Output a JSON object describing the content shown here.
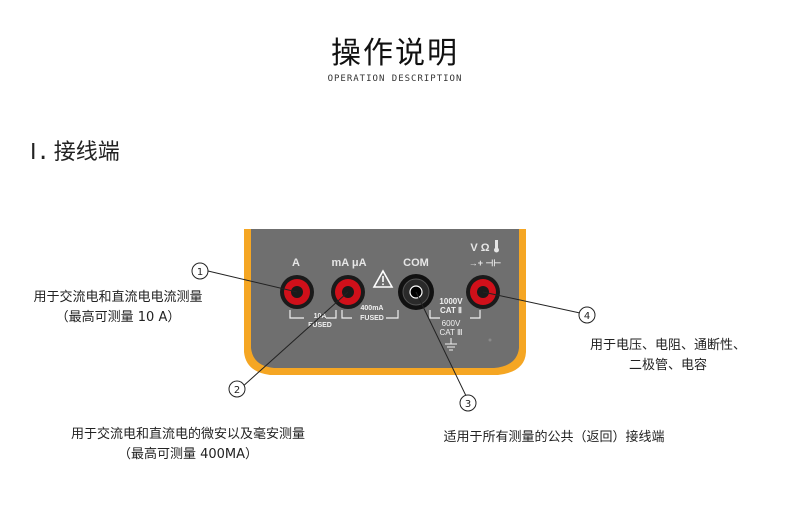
{
  "header": {
    "title": "操作说明",
    "subtitle": "OPERATION DESCRIPTION"
  },
  "section": {
    "number": "Ⅰ.",
    "title": "接线端"
  },
  "terminals": {
    "a_label": "A",
    "ma_label": "mA μA",
    "com_label": "COM",
    "v_label": "V Ω",
    "diode_symbol": "→+ ⊣⊢",
    "fuse_10a": "10A",
    "fused_1": "FUSED",
    "fuse_400ma": "400mA",
    "fused_2": "FUSED",
    "cat_voltage_1": "1000V",
    "cat_rating_1": "CAT Ⅱ",
    "cat_voltage_2": "600V",
    "cat_rating_2": "CAT Ⅲ"
  },
  "callouts": [
    {
      "number": "1",
      "lines": [
        "用于交流电和直流电电流测量",
        "（最高可测量 10 A）"
      ]
    },
    {
      "number": "2",
      "lines": [
        "用于交流电和直流电的微安以及毫安测量",
        "（最高可测量 400MA）"
      ]
    },
    {
      "number": "3",
      "lines": [
        "适用于所有测量的公共（返回）接线端"
      ]
    },
    {
      "number": "4",
      "lines": [
        "用于电压、电阻、通断性、",
        "二极管、电容"
      ]
    }
  ],
  "colors": {
    "panel": "#6f6f6f",
    "panel_border": "#f5a623",
    "jack_red": "#d0101a",
    "jack_black": "#1a1a1a"
  }
}
